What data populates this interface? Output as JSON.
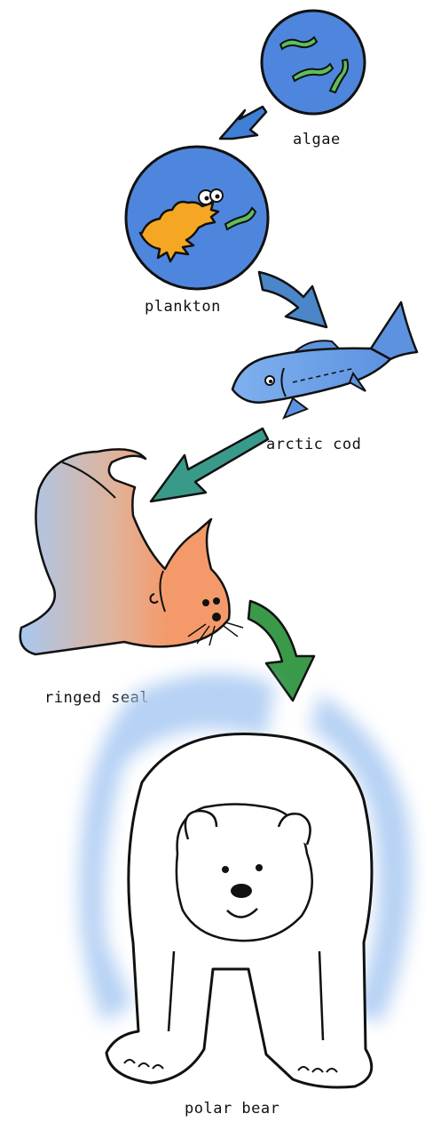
{
  "food_chain": {
    "organisms": [
      {
        "id": "algae",
        "label": "algae"
      },
      {
        "id": "plankton",
        "label": "plankton"
      },
      {
        "id": "arctic-cod",
        "label": "arctic cod"
      },
      {
        "id": "ringed-seal",
        "label": "ringed seal"
      },
      {
        "id": "polar-bear",
        "label": "polar bear"
      }
    ],
    "arrows": [
      {
        "from": "algae",
        "to": "plankton",
        "color": "#3f7fd6"
      },
      {
        "from": "plankton",
        "to": "arctic-cod",
        "color": "#4a86c8"
      },
      {
        "from": "arctic-cod",
        "to": "ringed-seal",
        "color": "#3a9a8a"
      },
      {
        "from": "ringed-seal",
        "to": "polar-bear",
        "color": "#3a9a4a"
      }
    ]
  },
  "colors": {
    "water_blue": "#4f86dd",
    "algae_green": "#5cc05c",
    "plankton_orange": "#f5a623",
    "cod_blue": "#6aa0e8",
    "seal_orange": "#f49a6a",
    "seal_blue": "#a8c8f0",
    "bear_glow": "#a9c9f2"
  }
}
